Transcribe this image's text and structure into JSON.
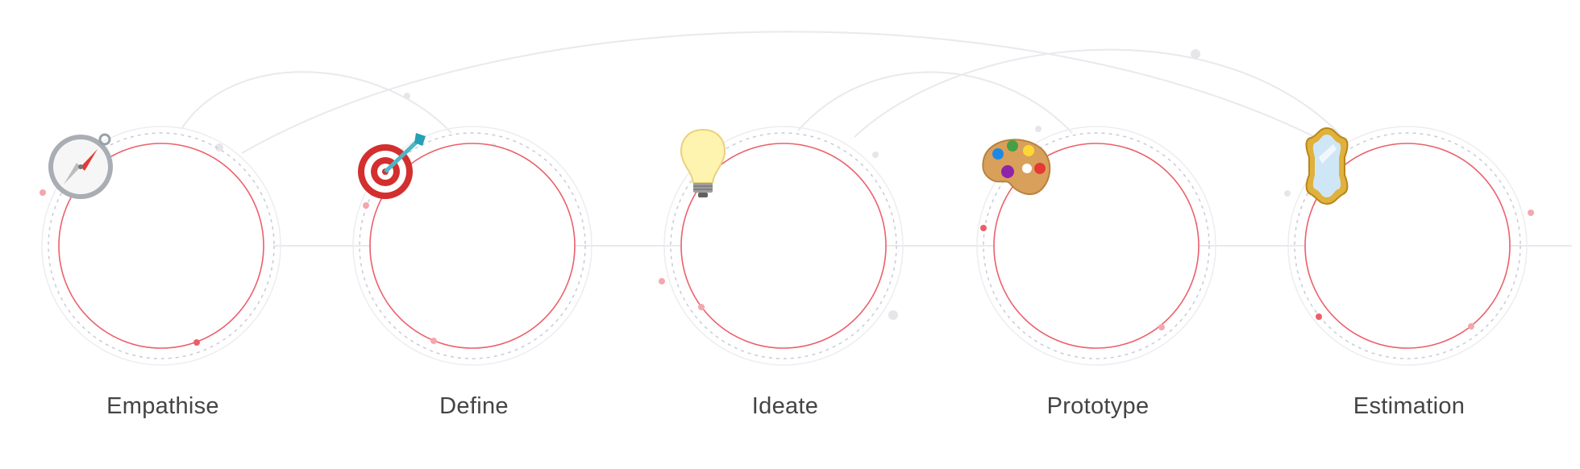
{
  "accent_color": "#ec5f6a",
  "ring_color": "#c6ccd6",
  "stages": [
    {
      "label": "Empathise",
      "icon": "compass-icon"
    },
    {
      "label": "Define",
      "icon": "target-icon"
    },
    {
      "label": "Ideate",
      "icon": "lightbulb-icon"
    },
    {
      "label": "Prototype",
      "icon": "palette-icon"
    },
    {
      "label": "Estimation",
      "icon": "mirror-icon"
    }
  ]
}
